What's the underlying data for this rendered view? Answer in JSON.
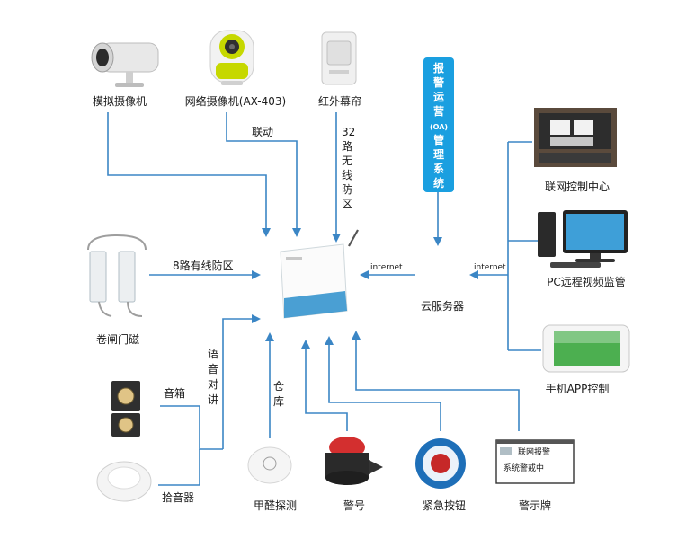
{
  "devices": {
    "analog_camera": "模拟摄像机",
    "network_camera": "网络摄像机(AX-403)",
    "ir_curtain": "红外幕帘",
    "rolling_door_magnet": "卷闸门磁",
    "speaker": "音箱",
    "pickup": "拾音器",
    "formaldehyde": "甲醛探测",
    "siren": "警号",
    "emergency_button": "紧急按钮",
    "warning_sign": "警示牌",
    "control_center": "联网控制中心",
    "pc_monitor": "PC远程视频监管",
    "mobile_app": "手机APP控制",
    "cloud_server": "云服务器"
  },
  "links": {
    "linkage": "联动",
    "wireless_zones": "32路无线防区",
    "wired_zones": "8路有线防区",
    "intercom": "语音对讲",
    "warehouse": "仓库",
    "internet_left": "internet",
    "internet_right": "internet"
  },
  "oa_box": {
    "line1": "报警运营",
    "line2": "(OA)",
    "line3": "管理系统"
  },
  "sign_text": {
    "line1": "联网报警",
    "line2": "系统警戒中"
  },
  "colors": {
    "line": "#3b86c5",
    "oa_box": "#1a9fe0"
  }
}
